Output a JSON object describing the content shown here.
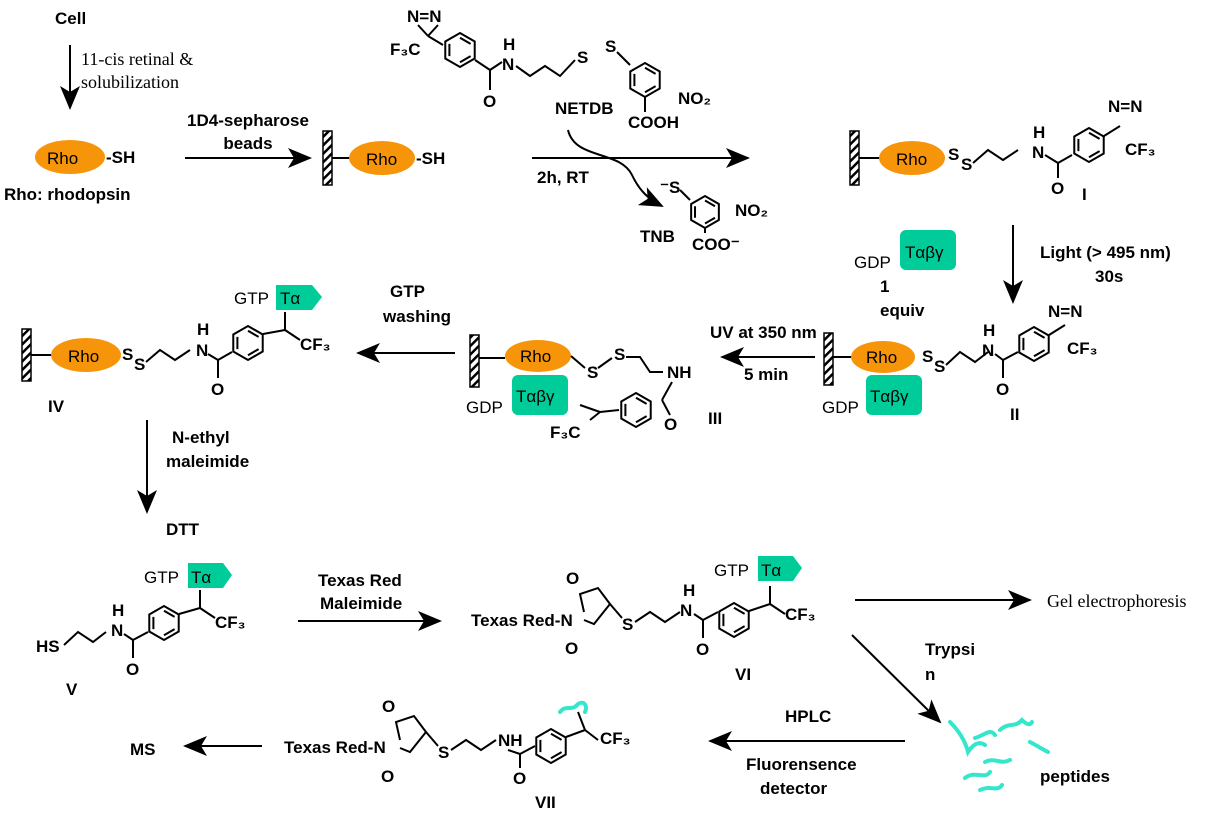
{
  "colors": {
    "rho": "#F7950A",
    "transducin": "#00CC99",
    "peptide": "#33E6CC"
  },
  "labels": {
    "cell": "Cell",
    "retinal_1": "11-cis retinal &",
    "retinal_2": "solubilization",
    "rho": "Rho",
    "sh": "-SH",
    "rho_def": "Rho: rhodopsin",
    "beads_1": "1D4-sepharose",
    "beads_2": "beads",
    "netdb": "NETDB",
    "cond_2h": "2h, RT",
    "tnb": "TNB",
    "light_1": "Light (> 495 nm)",
    "light_2": "30s",
    "equiv_1": "1",
    "equiv_2": "equiv",
    "uv_1": "UV at 350 nm",
    "uv_2": "5 min",
    "gtp_1": "GTP",
    "gtp_2": "washing",
    "nem_1": "N-ethyl",
    "nem_2": "maleimide",
    "dtt": "DTT",
    "tr_1": "Texas Red",
    "tr_2": "Maleimide",
    "texas_red": "Texas Red-N",
    "gel": "Gel electrophoresis",
    "trypsin_1": "Trypsi",
    "trypsin_2": "n",
    "peptides": "peptides",
    "hplc": "HPLC",
    "fluor_1": "Fluorensence",
    "fluor_2": "detector",
    "ms": "MS",
    "gdp": "GDP",
    "gtp": "GTP",
    "tabg": "Tαβγ",
    "ta": "Tα",
    "cf3": "CF₃",
    "f3c": "F₃C",
    "nh": "NH",
    "h": "H",
    "n": "N",
    "o": "O",
    "s": "S",
    "nn": "N=N",
    "no2": "NO₂",
    "cooh": "COOH",
    "coo": "COO⁻",
    "sminus": "⁻S",
    "hs": "HS"
  },
  "compounds": [
    "I",
    "II",
    "III",
    "IV",
    "V",
    "VI",
    "VII"
  ]
}
